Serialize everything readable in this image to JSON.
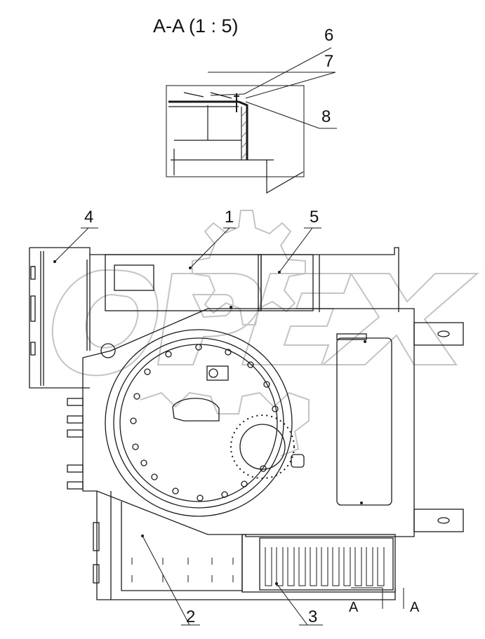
{
  "view_title": "A-A (1 : 5)",
  "watermark_text": "OPEX",
  "callouts": {
    "c1": "1",
    "c2": "2",
    "c3": "3",
    "c4": "4",
    "c5": "5",
    "c6": "6",
    "c7": "7",
    "c8": "8"
  },
  "section_marks": {
    "left": "A",
    "right": "A"
  },
  "colors": {
    "line": "#1a1a1a",
    "hatch": "#555555",
    "watermark": "#bdbdbd"
  }
}
